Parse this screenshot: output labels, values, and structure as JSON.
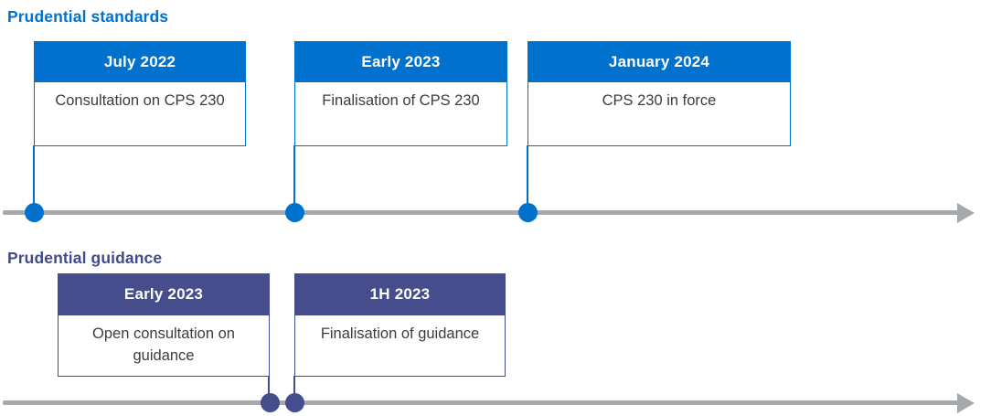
{
  "colors": {
    "standards_accent": "#0072CE",
    "guidance_accent": "#454D8C",
    "timeline_gray": "#A6A9AC",
    "body_text": "#3C3C3C"
  },
  "standards": {
    "title": "Prudential standards",
    "milestones": [
      {
        "date": "July 2022",
        "description": "Consultation on CPS 230"
      },
      {
        "date": "Early 2023",
        "description": "Finalisation of CPS 230"
      },
      {
        "date": "January 2024",
        "description": "CPS 230 in force"
      }
    ]
  },
  "guidance": {
    "title": "Prudential guidance",
    "milestones": [
      {
        "date": "Early 2023",
        "description": "Open consultation on guidance"
      },
      {
        "date": "1H 2023",
        "description": "Finalisation of guidance"
      }
    ]
  }
}
